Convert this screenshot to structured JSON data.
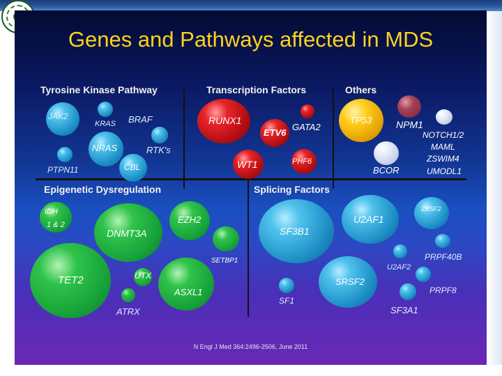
{
  "slide": {
    "title": "Genes and Pathways affected in MDS",
    "citation": "N Engl J Med 364:2496-2506, June 2011"
  },
  "sections": {
    "tyrosine_kinase": {
      "heading": "Tyrosine Kinase Pathway",
      "genes": [
        "JAK2",
        "KRAS",
        "BRAF",
        "NRAS",
        "RTK's",
        "PTPN11",
        "CBL"
      ]
    },
    "transcription": {
      "heading": "Transcription Factors",
      "genes": [
        "RUNX1",
        "ETV6",
        "GATA2",
        "WT1",
        "PHF6"
      ]
    },
    "others": {
      "heading": "Others",
      "genes": [
        "TP53",
        "NPM1",
        "NOTCH1/2",
        "MAML",
        "ZSWIM4",
        "UMODL1",
        "BCOR"
      ]
    },
    "epigenetic": {
      "heading": "Epigenetic Dysregulation",
      "genes": [
        "IDH",
        "1 & 2",
        "DNMT3A",
        "EZH2",
        "SETBP1",
        "TET2",
        "UTX",
        "ASXL1",
        "ATRX"
      ]
    },
    "splicing": {
      "heading": "Splicing Factors",
      "genes": [
        "SF3B1",
        "U2AF1",
        "ZRSF2",
        "PRPF40B",
        "U2AF2",
        "SRSF2",
        "PRPF8",
        "SF1",
        "SF3A1"
      ]
    }
  },
  "colors": {
    "title": "#ffd21f",
    "tyrosine_kinase": "#1d8fc6",
    "transcription": "#d41a1f",
    "tp53": "#ffcc1a",
    "npm1": "#a54256",
    "bcor": "#dfe6f4",
    "epigenetic": "#1fa93f",
    "splicing": "#2aa9dc"
  },
  "icons": {
    "logo": "university-seal-icon"
  }
}
